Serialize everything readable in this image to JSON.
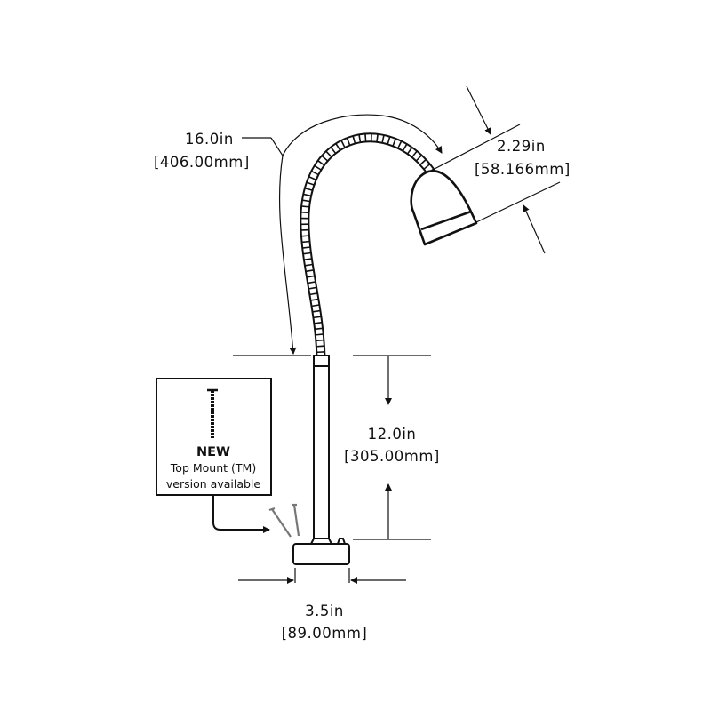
{
  "dimensions": {
    "gooseneck_length": {
      "imperial": "16.0in",
      "metric": "[406.00mm]"
    },
    "head_diameter": {
      "imperial": "2.29in",
      "metric": "[58.166mm]"
    },
    "stem_height": {
      "imperial": "12.0in",
      "metric": "[305.00mm]"
    },
    "base_width": {
      "imperial": "3.5in",
      "metric": "[89.00mm]"
    }
  },
  "callout": {
    "badge": "NEW",
    "line1": "Top Mount (TM)",
    "line2": "version available"
  },
  "colors": {
    "line": "#111111",
    "screw": "#777777",
    "background": "#ffffff"
  }
}
